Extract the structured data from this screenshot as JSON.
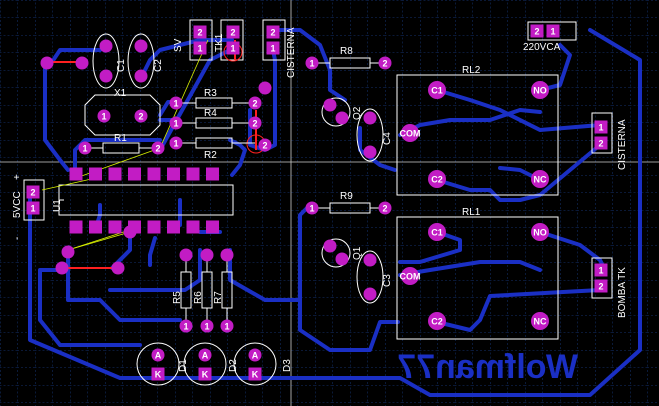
{
  "colors": {
    "background": "#000000",
    "grid": "#1a3f8f",
    "trace": "#1a2fc4",
    "silk": "#ffffff",
    "pad": "#c21cc4",
    "pad_label": "#ffffff",
    "ratsnest": "#ffff00",
    "jumper": "#ff2020",
    "watermark": "#1a2fc4"
  },
  "watermark_text": "Wolfman77",
  "connectors": {
    "sv": "SV",
    "tk1": "TK1",
    "cisterna_top": "CISTERNA",
    "vac": "220VCA",
    "cisterna_right": "CISTERNA",
    "bomba_tk": "BOMBA TK",
    "vcc": "5VCC",
    "vcc_plus": "+",
    "vcc_minus": "-"
  },
  "components": {
    "c1": "C1",
    "c2": "C2",
    "x1": "X1",
    "r1": "R1",
    "r2": "R2",
    "r3": "R3",
    "r4": "R4",
    "r5": "R5",
    "r6": "R6",
    "r7": "R7",
    "r8": "R8",
    "r9": "R9",
    "u1": "U1",
    "q1": "Q1",
    "q2": "Q2",
    "c3": "C3",
    "c4": "C4",
    "d1": "D1",
    "d2": "D2",
    "d3": "D3"
  },
  "relays": {
    "rl1": {
      "name": "RL1",
      "pins": {
        "c1": "C1",
        "c2": "C2",
        "com": "COM",
        "no": "NO",
        "nc": "NC"
      }
    },
    "rl2": {
      "name": "RL2",
      "pins": {
        "c1": "C1",
        "c2": "C2",
        "com": "COM",
        "no": "NO",
        "nc": "NC"
      }
    }
  },
  "pad_labels": {
    "one": "1",
    "two": "2",
    "anode": "A",
    "cathode": "K",
    "plus": "+"
  }
}
